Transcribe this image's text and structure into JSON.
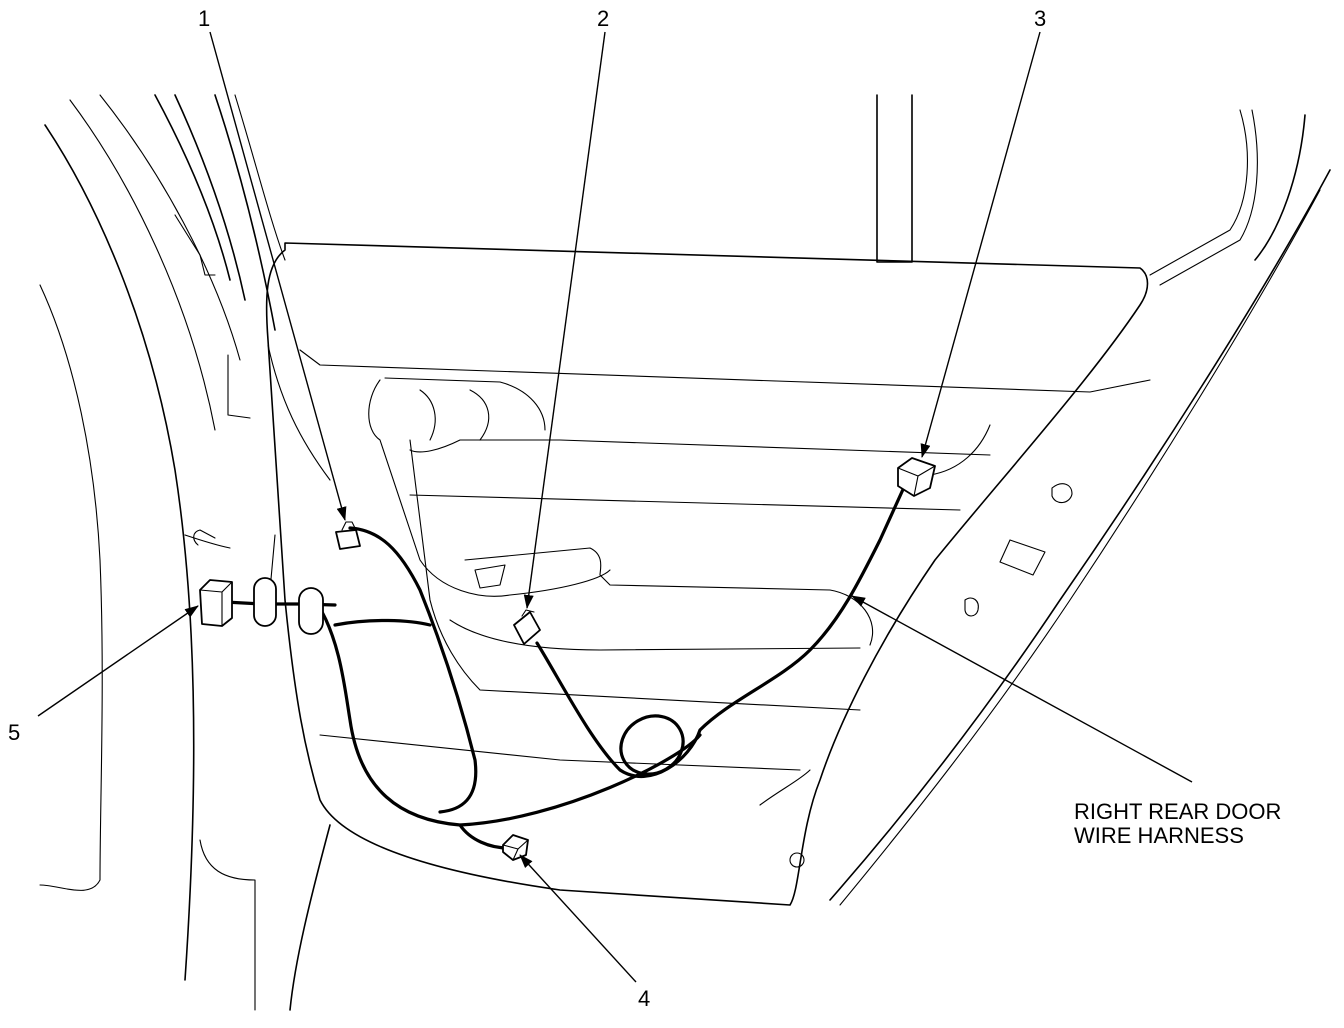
{
  "callouts": [
    {
      "id": "1",
      "label": "1"
    },
    {
      "id": "2",
      "label": "2"
    },
    {
      "id": "3",
      "label": "3"
    },
    {
      "id": "4",
      "label": "4"
    },
    {
      "id": "5",
      "label": "5"
    }
  ],
  "caption": {
    "line1": "RIGHT REAR DOOR",
    "line2": "WIRE HARNESS"
  }
}
